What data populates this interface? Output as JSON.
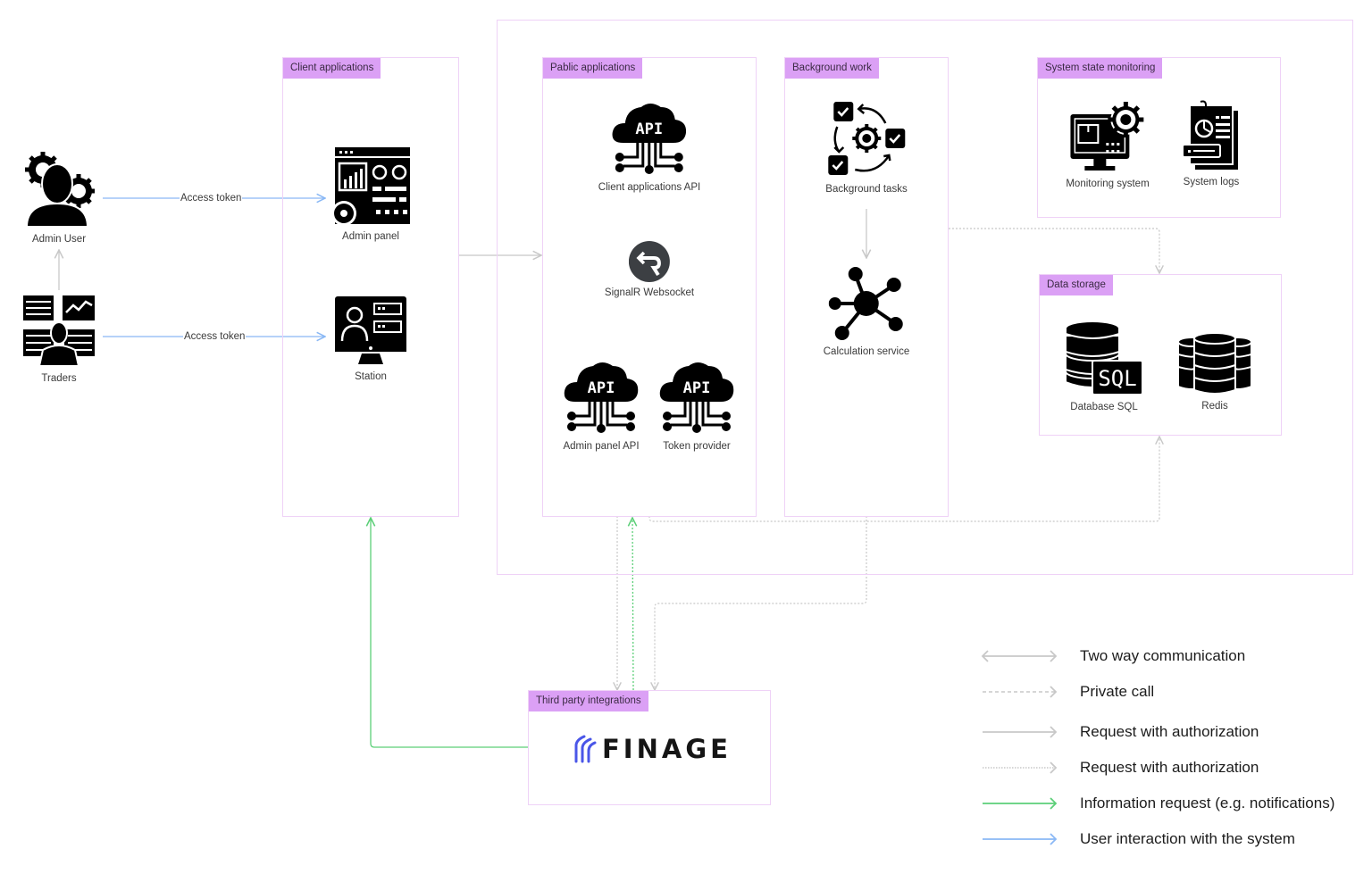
{
  "groups": {
    "client_applications": "Client applications",
    "public_applications": "Pablic applications",
    "background_work": "Background work",
    "system_state_monitoring": "System state monitoring",
    "data_storage": "Data storage",
    "third_party_integrations": "Third party integrations"
  },
  "actors": {
    "admin_user": "Admin User",
    "traders": "Traders"
  },
  "nodes": {
    "admin_panel": "Admin panel",
    "station": "Station",
    "client_applications_api": "Client applications API",
    "signalr_websocket": "SignalR Websocket",
    "admin_panel_api": "Admin panel API",
    "token_provider": "Token provider",
    "background_tasks": "Background tasks",
    "calculation_service": "Calculation service",
    "monitoring_system": "Monitoring system",
    "system_logs": "System logs",
    "database_sql": "Database SQL",
    "redis": "Redis",
    "finage": "FINAGE"
  },
  "icon_text": {
    "api": "API",
    "sql": "SQL"
  },
  "edges": {
    "admin_access_token": "Access token",
    "traders_access_token": "Access token"
  },
  "legend": [
    {
      "label": "Two way communication",
      "style": "two-way",
      "color": "#c8c8c8"
    },
    {
      "label": "Private call",
      "style": "dashed",
      "color": "#c8c8c8"
    },
    {
      "label": "Request with authorization",
      "style": "solid",
      "color": "#c8c8c8"
    },
    {
      "label": "Request with authorization",
      "style": "dotted",
      "color": "#c8c8c8"
    },
    {
      "label": "Information request (e.g. notifications)",
      "style": "solid",
      "color": "#5ccf78"
    },
    {
      "label": "User interaction with the system",
      "style": "solid",
      "color": "#8ab8f5"
    }
  ],
  "colors": {
    "group_border": "#efd2f7",
    "group_tag": "#dba0f5",
    "gray_line": "#c8c8c8",
    "green_line": "#5ccf78",
    "blue_line": "#8ab8f5",
    "finage_accent": "#4a56e8"
  }
}
